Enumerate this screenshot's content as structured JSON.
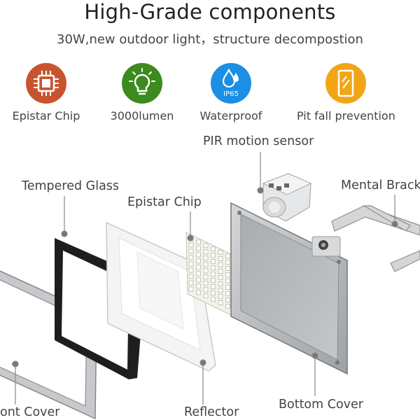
{
  "title": "High-Grade components",
  "subtitle": "30W,new outdoor light，structure decompostion",
  "features": [
    {
      "label": "Epistar Chip",
      "icon": "chip-icon",
      "color": "#c8542f"
    },
    {
      "label": "3000lumen",
      "icon": "lightbulb-icon",
      "color": "#3d8a1e"
    },
    {
      "label": "Waterproof",
      "icon": "water-drop-icon",
      "color": "#1a8fe3",
      "badge": "IP65"
    },
    {
      "label": "Pit fall prevention",
      "icon": "shield-panel-icon",
      "color": "#f2a516"
    }
  ],
  "parts": {
    "pir_sensor": "PIR motion sensor",
    "tempered_glass": "Tempered Glass",
    "epistar_chip": "Epistar Chip",
    "bracket": "Mental Brack",
    "front_cover": "ont Cover",
    "reflector": "Reflector",
    "bottom_cover": "Bottom Cover"
  }
}
